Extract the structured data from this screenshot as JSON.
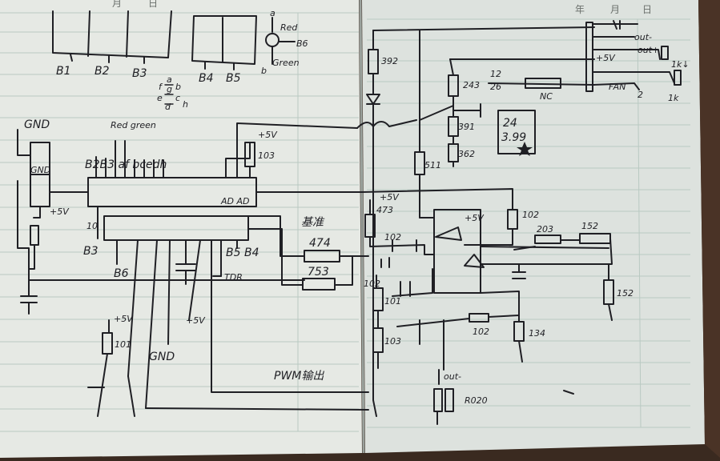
{
  "notebook": {
    "header_right": [
      "年",
      "月",
      "日"
    ],
    "header_left": [
      "月",
      "日"
    ]
  },
  "left_page": {
    "display_labels": [
      "B1",
      "B2",
      "B3",
      "B4",
      "B5",
      "B6"
    ],
    "led_labels": {
      "top": "a",
      "red": "Red",
      "green": "Green",
      "bottom": "b"
    },
    "segment_legend": [
      "f",
      "a",
      "b",
      "e",
      "g",
      "c",
      "d",
      "h"
    ],
    "left_top_label": "GND",
    "gnd_label": "GND",
    "red_green_label": "Red green",
    "bus_label": "B2B3 af bcedh",
    "pin_labels": {
      "p10": "10",
      "p5v": "+5V",
      "ad": "AD AD",
      "b3": "B3",
      "b6": "B6",
      "b5b4": "B5 B4",
      "tdr": "TDR",
      "gnd2": "GND"
    },
    "pullup": {
      "label": "+5V",
      "value": "103"
    },
    "resistor_474": "474",
    "resistor_753": "753",
    "reference_label": "基准",
    "pwm_label": "PWM输出",
    "plus5v_a": "+5V",
    "plus5v_b": "+5V",
    "r101": "101"
  },
  "right_page": {
    "r392": "392",
    "r243": "243",
    "r391": "391",
    "r362": "362",
    "r511": "511",
    "connector": {
      "out_minus": "out-",
      "out_plus": "out+",
      "p5v": "+5V",
      "fan": "FAN",
      "n12": "12",
      "n26": "26",
      "nc": "NC",
      "n2": "2",
      "note": "1k↓"
    },
    "sticker": {
      "line1": "24",
      "line2": "3.99"
    },
    "opamp": {
      "p5v": "+5V",
      "p5v2": "+5V"
    },
    "r473": "473",
    "r102a": "102",
    "r102b": "102",
    "r102c": "102",
    "r102d": "102",
    "r101b": "101",
    "r103": "103",
    "r203": "203",
    "r152a": "152",
    "r152b": "152",
    "r134": "134",
    "out_label": "out-",
    "r020": "R020",
    "fan_note": "1k"
  }
}
